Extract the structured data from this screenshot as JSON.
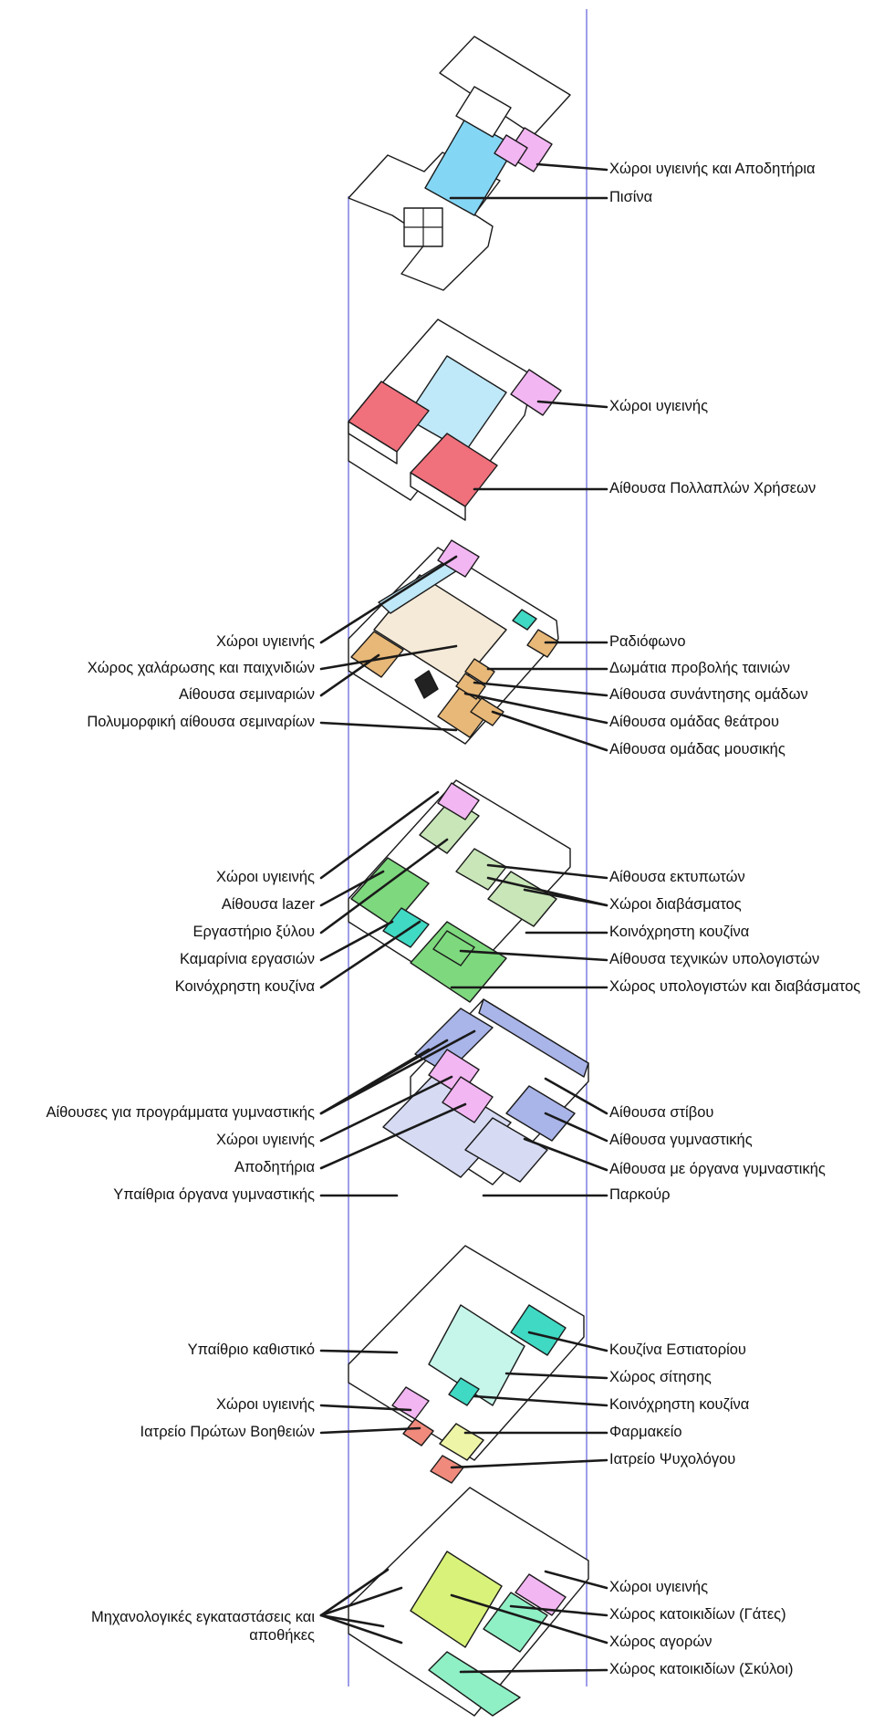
{
  "colors": {
    "outline": "#1a1a1a",
    "guide": "#3d3dd6",
    "toilets": "#f2b6f2",
    "pool": "#84d6f5",
    "multipurpose": "#f0707c",
    "seminar": "#e8b878",
    "leisure": "#f5ead8",
    "lab_green": "#7ed87e",
    "lab_light": "#c8e6b8",
    "turquoise": "#3fd9c4",
    "gym_blue": "#a9b4e8",
    "gym_light": "#d6dbf3",
    "dining": "#c6f5ea",
    "first_aid": "#f08a7c",
    "pharmacy": "#eef5a6",
    "lime": "#d9f27a",
    "pets": "#8ff0c6"
  },
  "floors": [
    {
      "name": "pool-floor",
      "labels_right": [
        "Χώροι υγιεινής και Αποδητήρια",
        "Πισίνα"
      ]
    },
    {
      "name": "multipurpose-floor",
      "labels_right": [
        "Χώροι υγιεινής",
        "Αίθουσα Πολλαπλών Χρήσεων"
      ]
    },
    {
      "name": "culture-floor",
      "labels_left": [
        "Χώροι υγιεινής",
        "Χώρος χαλάρωσης και παιχνιδιών",
        "Αίθουσα σεμιναριών",
        "Πολυμορφική αίθουσα σεμιναρίων"
      ],
      "labels_right": [
        "Ραδιόφωνο",
        "Δωμάτια προβολής ταινιών",
        "Αίθουσα συνάντησης ομάδων",
        "Αίθουσα ομάδας θεάτρου",
        "Αίθουσα ομάδας μουσικής"
      ]
    },
    {
      "name": "labs-floor",
      "labels_left": [
        "Χώροι υγιεινής",
        "Αίθουσα lazer",
        "Εργαστήριο ξύλου",
        "Καμαρίνια εργασιών",
        "Κοινόχρηστη κουζίνα"
      ],
      "labels_right": [
        "Αίθουσα εκτυπωτών",
        "Χώροι διαβάσματος",
        "Κοινόχρηστη κουζίνα",
        "Αίθουσα τεχνικών υπολογιστών",
        "Χώρος υπολογιστών και διαβάσματος"
      ]
    },
    {
      "name": "gym-floor",
      "labels_left": [
        "Αίθουσες για προγράμματα γυμναστικής",
        "Χώροι υγιεινής",
        "Αποδητήρια",
        "Υπαίθρια όργανα γυμναστικής"
      ],
      "labels_right": [
        "Αίθουσα στίβου",
        "Αίθουσα γυμναστικής",
        "Αίθουσα με όργανα γυμναστικής",
        "Παρκούρ"
      ]
    },
    {
      "name": "dining-floor",
      "labels_left": [
        "Υπαίθριο καθιστικό",
        "Χώροι υγιεινής",
        "Ιατρείο Πρώτων Βοηθειών"
      ],
      "labels_right": [
        "Κουζίνα Εστιατορίου",
        "Χώρος σίτησης",
        "Κοινόχρηστη κουζίνα",
        "Φαρμακείο",
        "Ιατρείο Ψυχολόγου"
      ]
    },
    {
      "name": "ground-floor",
      "labels_left": [
        "Μηχανολογικές εγκαταστάσεις και αποθήκες"
      ],
      "labels_right": [
        "Χώροι υγιεινής",
        "Χώρος κατοικιδίων (Γάτες)",
        "Χώρος αγορών",
        "Χώρος κατοικιδίων (Σκύλοι)"
      ]
    }
  ]
}
